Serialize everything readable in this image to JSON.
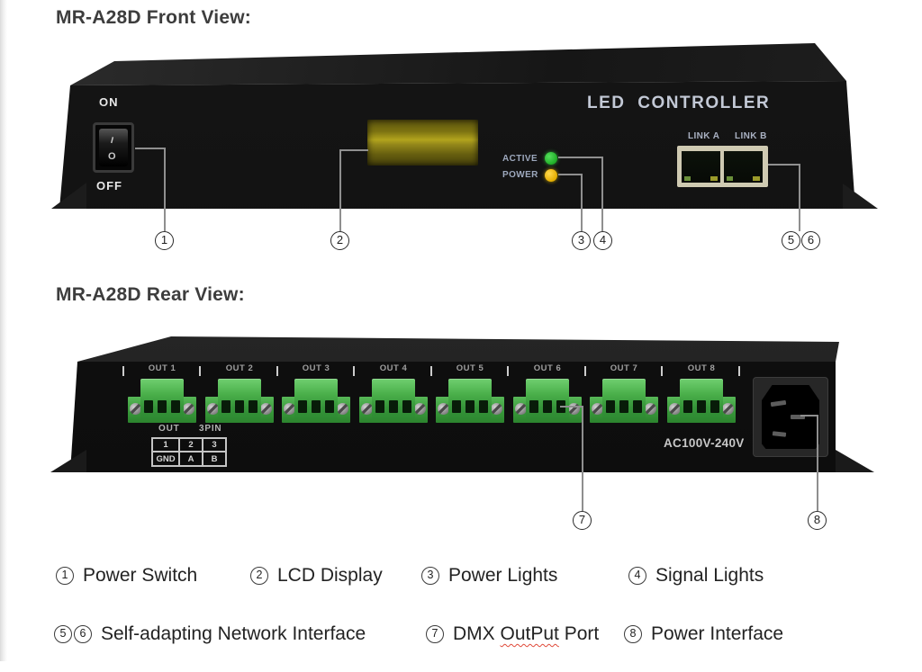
{
  "titles": {
    "front": "MR-A28D Front View:",
    "rear": "MR-A28D Rear View:"
  },
  "front_device": {
    "brand": "LED CONTROLLER",
    "switch_on": "ON",
    "switch_off": "OFF",
    "rocker_on_mark": "I",
    "rocker_off_mark": "O",
    "active_label": "ACTIVE",
    "power_label": "POWER",
    "active_led_color": "radial-gradient(circle at 35% 35%, #55e05c, #1fae27 70%)",
    "power_led_color": "radial-gradient(circle at 35% 35%, #ffd94d, #e3ac00 70%)",
    "link_a_label": "LINK A",
    "link_b_label": "LINK B"
  },
  "rear_device": {
    "out_labels": [
      "OUT 1",
      "OUT 2",
      "OUT 3",
      "OUT 4",
      "OUT 5",
      "OUT 6",
      "OUT 7",
      "OUT 8"
    ],
    "pinout": {
      "caption_out": "OUT",
      "caption_pin": "3PIN",
      "pins": [
        "1",
        "2",
        "3"
      ],
      "signals": [
        "GND",
        "A",
        "B"
      ]
    },
    "ac_rating": "AC100V-240V"
  },
  "callouts": {
    "c1": "1",
    "c2": "2",
    "c3": "3",
    "c4": "4",
    "c5": "5",
    "c6": "6",
    "c7": "7",
    "c8": "8"
  },
  "legend": {
    "items": [
      {
        "numbers": [
          "1"
        ],
        "label": "Power Switch"
      },
      {
        "numbers": [
          "2"
        ],
        "label": "LCD Display"
      },
      {
        "numbers": [
          "3"
        ],
        "label": "Power Lights"
      },
      {
        "numbers": [
          "4"
        ],
        "label": "Signal Lights"
      },
      {
        "numbers": [
          "5",
          "6"
        ],
        "label": "Self-adapting Network Interface"
      },
      {
        "numbers": [
          "7"
        ],
        "label_prefix": "DMX ",
        "label_misspelled": "OutPut",
        "label_suffix": " Port"
      },
      {
        "numbers": [
          "8"
        ],
        "label": "Power Interface"
      }
    ]
  }
}
